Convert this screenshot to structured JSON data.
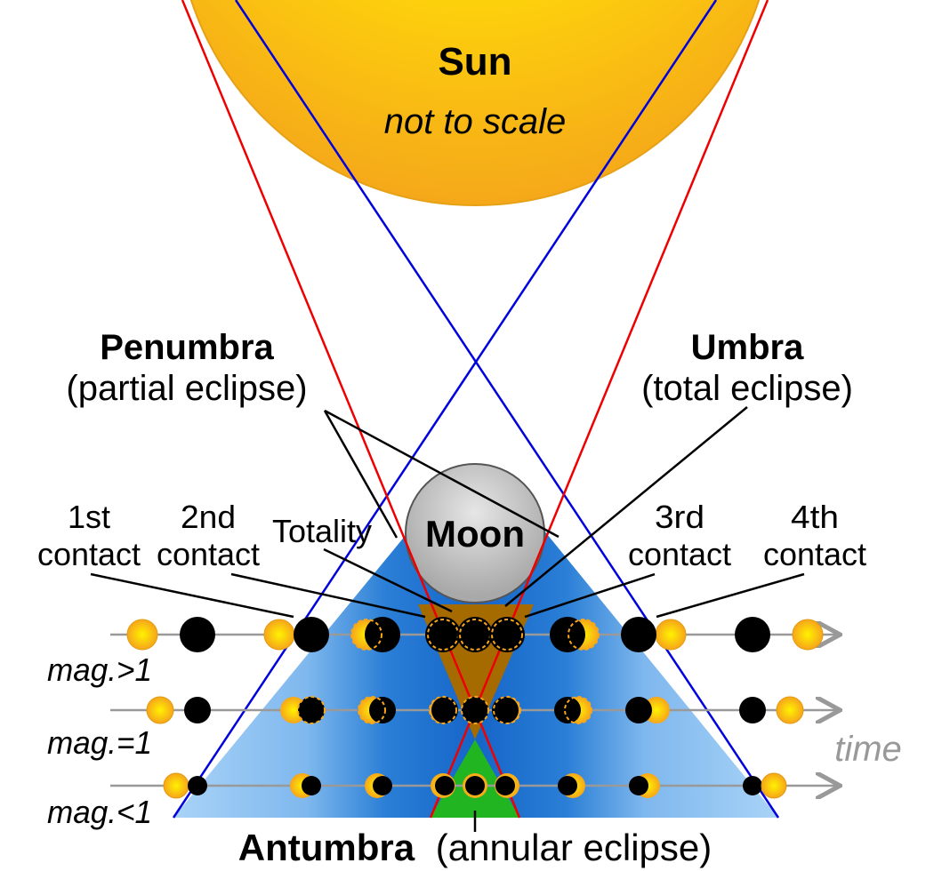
{
  "diagram": {
    "sun": {
      "label": "Sun",
      "note": "not to scale"
    },
    "moon": {
      "label": "Moon"
    },
    "penumbra": {
      "title": "Penumbra",
      "subtitle": "(partial eclipse)"
    },
    "umbra": {
      "title": "Umbra",
      "subtitle": "(total eclipse)"
    },
    "antumbra": {
      "title": "Antumbra",
      "subtitle": "(annular eclipse)"
    },
    "contacts": {
      "first": [
        "1st",
        "contact"
      ],
      "second": [
        "2nd",
        "contact"
      ],
      "totality": "Totality",
      "third": [
        "3rd",
        "contact"
      ],
      "fourth": [
        "4th",
        "contact"
      ]
    },
    "rows": [
      {
        "label": "mag.>1"
      },
      {
        "label": "mag.=1"
      },
      {
        "label": "mag.<1"
      }
    ],
    "time_label": "time",
    "colors": {
      "sun": "#fbc216",
      "sun_core": "#fff200",
      "penumbra_edge": "#0000dd",
      "umbra_edge": "#ee0000",
      "penumbra_fill": "#9ccaf5",
      "penumbra_dark": "#1a72d1",
      "umbra_fill": "#a56a00",
      "antumbra_fill": "#22bb22",
      "moon": "#c8c8c8",
      "disc": "#000000",
      "time_arrow": "#999999"
    }
  }
}
